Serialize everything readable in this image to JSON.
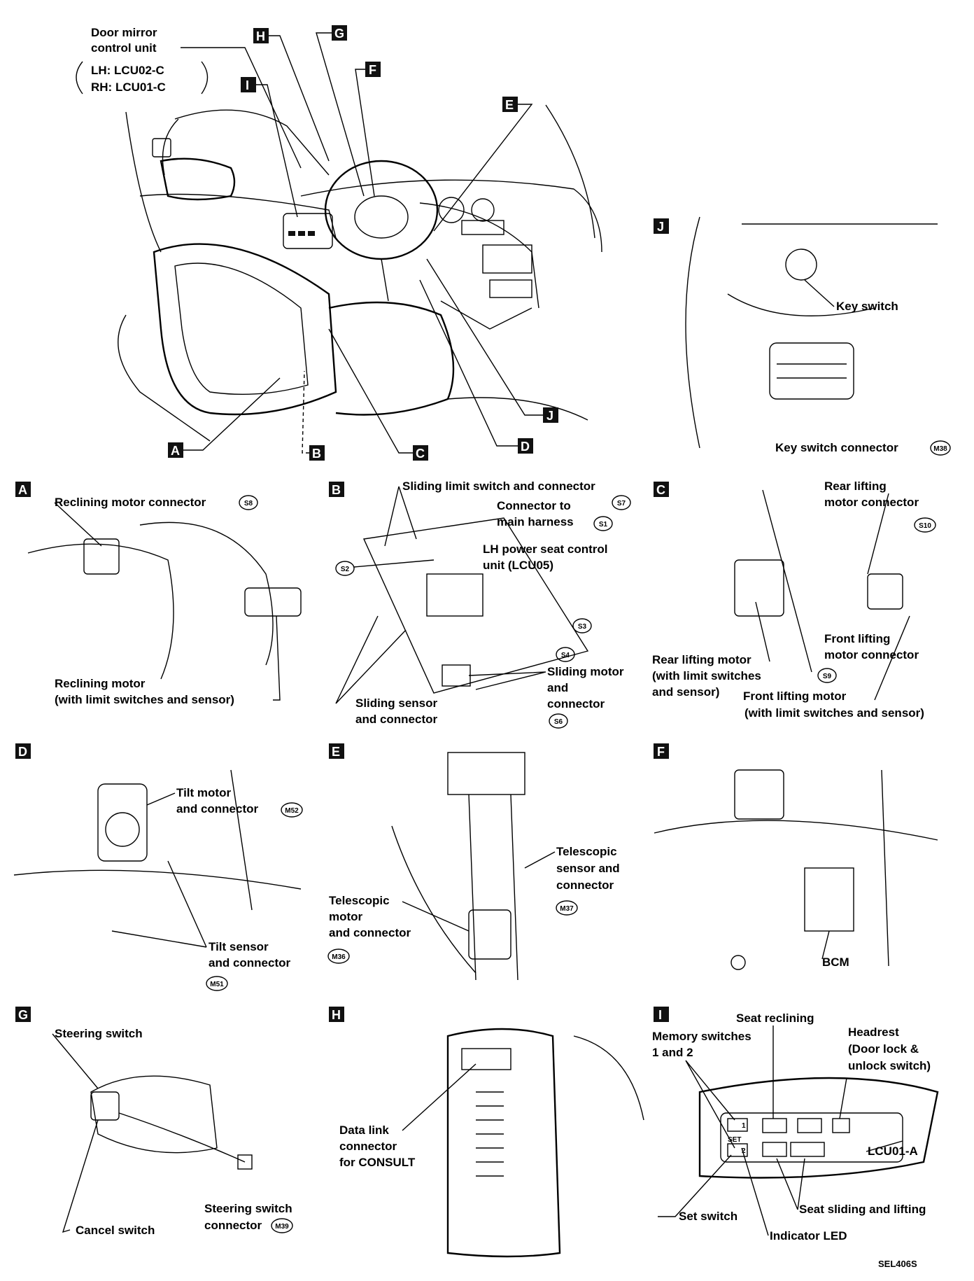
{
  "main": {
    "door_mirror_line1": "Door mirror",
    "door_mirror_line2": "control unit",
    "lh": "LH: LCU02-C",
    "rh": "RH: LCU01-C",
    "tags": [
      "A",
      "B",
      "C",
      "D",
      "E",
      "F",
      "G",
      "H",
      "I",
      "J"
    ]
  },
  "panel_j": {
    "tag": "J",
    "key_switch": "Key switch",
    "key_switch_connector": "Key switch connector",
    "code": "M38"
  },
  "panel_a": {
    "tag": "A",
    "reclining_motor_connector": "Reclining motor connector",
    "code": "S8",
    "reclining_motor_1": "Reclining motor",
    "reclining_motor_2": "(with limit switches and sensor)"
  },
  "panel_b": {
    "tag": "B",
    "sliding_limit": "Sliding limit switch and connector",
    "connector_main_1": "Connector to",
    "connector_main_2": "main harness",
    "lh_power_1": "LH power seat control",
    "lh_power_2": "unit (LCU05)",
    "sliding_motor_1": "Sliding motor",
    "sliding_motor_2": "and",
    "sliding_motor_3": "connector",
    "sliding_sensor_1": "Sliding sensor",
    "sliding_sensor_2": "and connector",
    "codes": [
      "S7",
      "S1",
      "S2",
      "S3",
      "S4",
      "S6"
    ]
  },
  "panel_c": {
    "tag": "C",
    "rear_lifting_conn_1": "Rear lifting",
    "rear_lifting_conn_2": "motor connector",
    "code_s10": "S10",
    "front_lifting_conn_1": "Front lifting",
    "front_lifting_conn_2": "motor connector",
    "rear_lifting_1": "Rear lifting motor",
    "rear_lifting_2": "(with limit switches",
    "rear_lifting_3": "and sensor)",
    "code_s9": "S9",
    "front_lifting_1": "Front lifting motor",
    "front_lifting_2": "(with limit switches and sensor)"
  },
  "panel_d": {
    "tag": "D",
    "tilt_motor_1": "Tilt motor",
    "tilt_motor_2": "and connector",
    "code_m52": "M52",
    "tilt_sensor_1": "Tilt sensor",
    "tilt_sensor_2": "and connector",
    "code_m51": "M51"
  },
  "panel_e": {
    "tag": "E",
    "tele_sensor_1": "Telescopic",
    "tele_sensor_2": "sensor and",
    "tele_sensor_3": "connector",
    "code_m37": "M37",
    "tele_motor_1": "Telescopic",
    "tele_motor_2": "motor",
    "tele_motor_3": "and connector",
    "code_m36": "M36"
  },
  "panel_f": {
    "tag": "F",
    "bcm": "BCM"
  },
  "panel_g": {
    "tag": "G",
    "steering_switch": "Steering switch",
    "cancel_switch": "Cancel switch",
    "steering_conn_1": "Steering switch",
    "steering_conn_2": "connector",
    "code": "M39"
  },
  "panel_h": {
    "tag": "H",
    "dlc_1": "Data link",
    "dlc_2": "connector",
    "dlc_3": "for CONSULT"
  },
  "panel_i": {
    "tag": "I",
    "seat_reclining": "Seat reclining",
    "memory_1": "Memory switches",
    "memory_2": "1 and 2",
    "headrest_1": "Headrest",
    "headrest_2": "(Door lock &",
    "headrest_3": "unlock switch)",
    "lcu": "LCU01-A",
    "set_switch": "Set switch",
    "seat_sliding": "Seat sliding and lifting",
    "indicator_led": "Indicator LED",
    "btn_1": "1",
    "btn_2": "2",
    "btn_set": "SET"
  },
  "footer": {
    "figure_id": "SEL406S"
  }
}
